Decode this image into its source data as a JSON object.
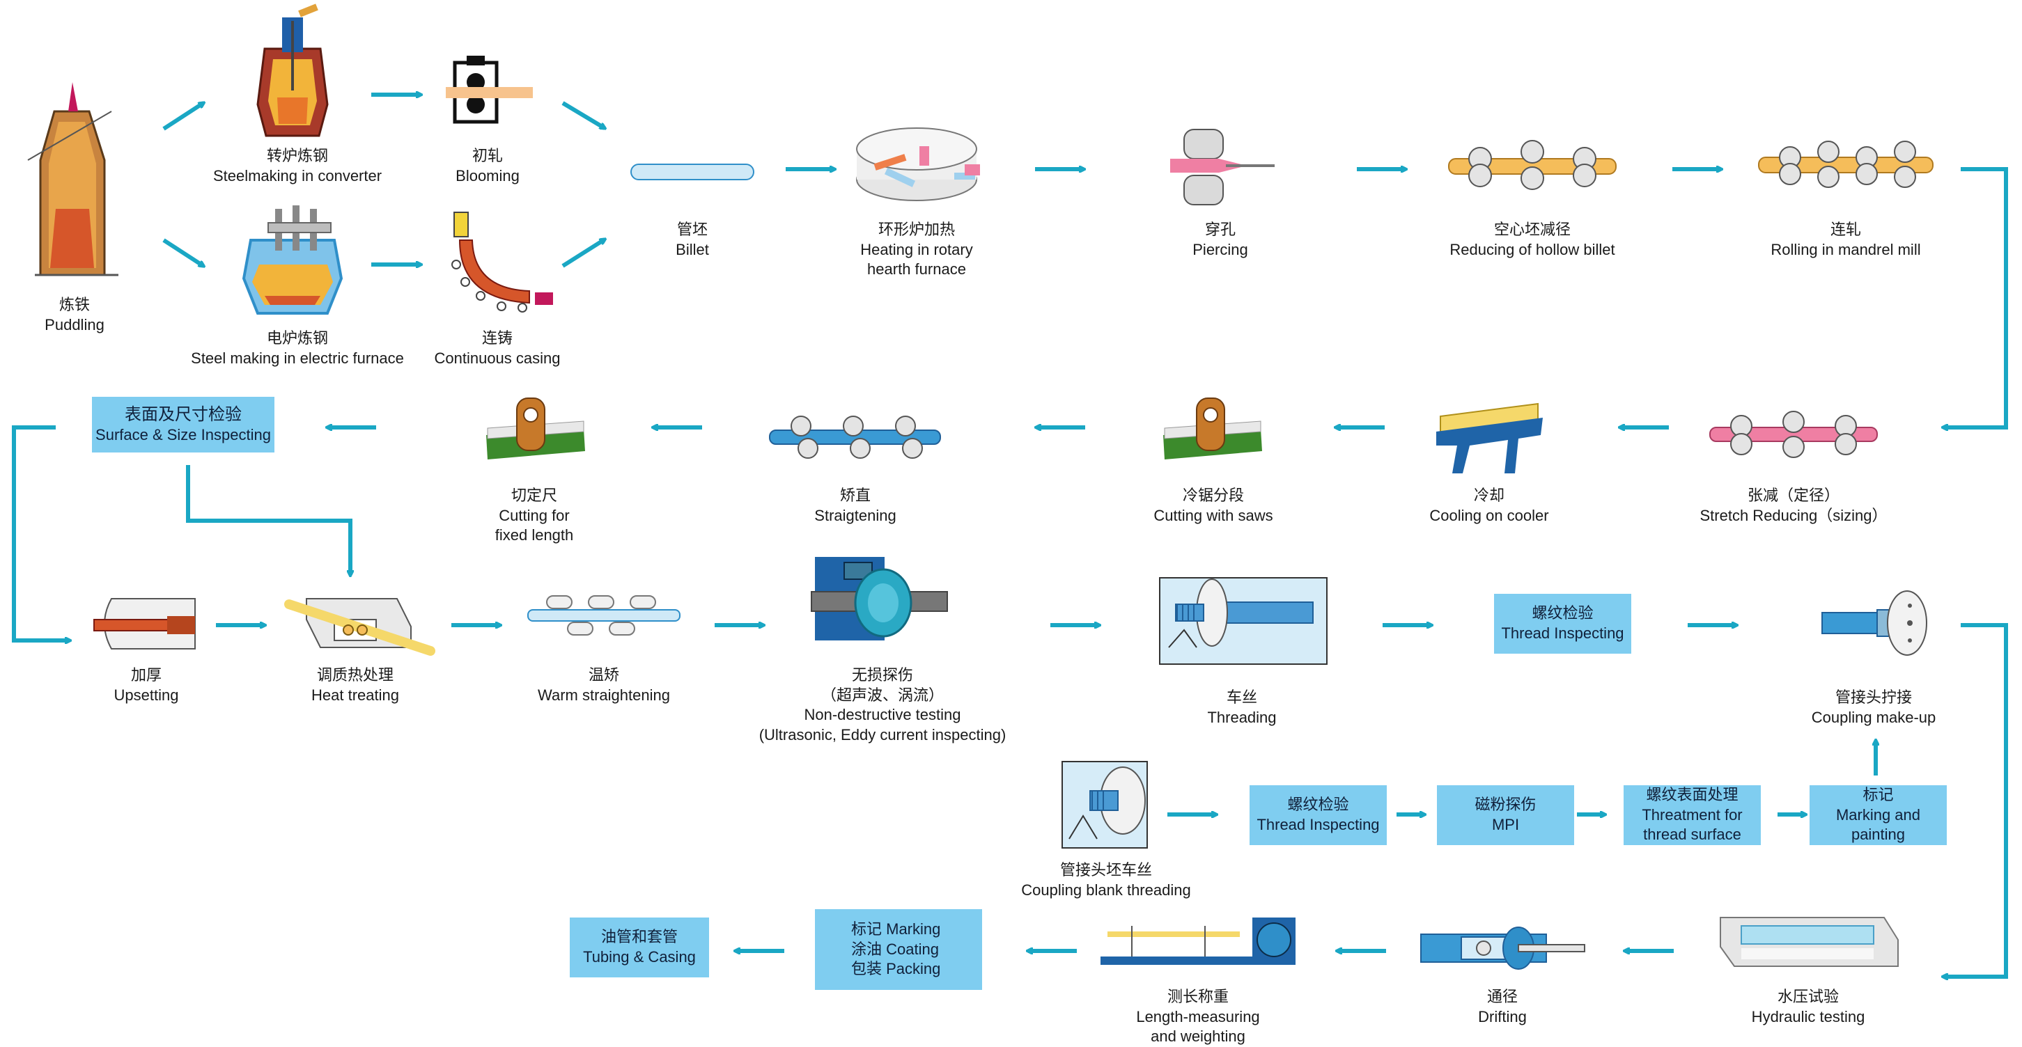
{
  "colors": {
    "arrow": "#1aa7c4",
    "box": "#7fcdf0",
    "steel_blue": "#2f8fc9",
    "pipe_orange": "#f5bd5a",
    "pink": "#ef7fa3",
    "green": "#3c8a2c"
  },
  "steps": {
    "puddling": {
      "cn": "炼铁",
      "en": "Puddling"
    },
    "converter": {
      "cn": "转炉炼钢",
      "en": "Steelmaking in converter"
    },
    "blooming": {
      "cn": "初轧",
      "en": "Blooming"
    },
    "electric": {
      "cn": "电炉炼钢",
      "en": "Steel making in electric furnace"
    },
    "casting": {
      "cn": "连铸",
      "en": "Continuous casing"
    },
    "billet": {
      "cn": "管坯",
      "en": "Billet"
    },
    "rotary": {
      "cn": "环形炉加热",
      "en1": "Heating in rotary",
      "en2": "hearth furnace"
    },
    "piercing": {
      "cn": "穿孔",
      "en": "Piercing"
    },
    "reducing": {
      "cn": "空心坯减径",
      "en": "Reducing of hollow billet"
    },
    "mandrel": {
      "cn": "连轧",
      "en": "Rolling in mandrel mill"
    },
    "stretch": {
      "cn": "张减（定径）",
      "en": "Stretch Reducing（sizing）"
    },
    "cooling": {
      "cn": "冷却",
      "en": "Cooling on cooler"
    },
    "saws": {
      "cn": "冷锯分段",
      "en": "Cutting with saws"
    },
    "straight": {
      "cn": "矫直",
      "en": "Straigtening"
    },
    "fixed": {
      "cn": "切定尺",
      "en1": "Cutting for",
      "en2": "fixed length"
    },
    "upsetting": {
      "cn": "加厚",
      "en": "Upsetting"
    },
    "heattreat": {
      "cn": "调质热处理",
      "en": "Heat treating"
    },
    "warm": {
      "cn": "温矫",
      "en": "Warm straightening"
    },
    "ndt": {
      "cn": "无损探伤",
      "cn2": "（超声波、涡流）",
      "en": "Non-destructive testing",
      "en2": "(Ultrasonic, Eddy current inspecting)"
    },
    "threading": {
      "cn": "车丝",
      "en": "Threading"
    },
    "coupling_makeup": {
      "cn": "管接头拧接",
      "en": "Coupling make-up"
    },
    "coupling_blank": {
      "cn": "管接头坯车丝",
      "en": "Coupling blank threading"
    },
    "hydraulic": {
      "cn": "水压试验",
      "en": "Hydraulic testing"
    },
    "drifting": {
      "cn": "通径",
      "en": "Drifting"
    },
    "length": {
      "cn": "测长称重",
      "en1": "Length-measuring",
      "en2": "and weighting"
    }
  },
  "boxes": {
    "surface": {
      "cn": "表面及尺寸检验",
      "en": "Surface & Size Inspecting"
    },
    "thread_insp_1": {
      "cn": "螺纹检验",
      "en": "Thread Inspecting"
    },
    "thread_insp_2": {
      "cn": "螺纹检验",
      "en": "Thread Inspecting"
    },
    "mpi": {
      "cn": "磁粉探伤",
      "en": "MPI"
    },
    "thread_surface": {
      "cn": "螺纹表面处理",
      "en1": "Threatment for",
      "en2": "thread surface"
    },
    "marking": {
      "cn": "标记",
      "en1": "Marking and",
      "en2": "painting"
    },
    "final": {
      "r1": "标记  Marking",
      "r2": "涂油  Coating",
      "r3": "包装  Packing"
    },
    "tubing": {
      "cn": "油管和套管",
      "en": "Tubing & Casing"
    }
  }
}
